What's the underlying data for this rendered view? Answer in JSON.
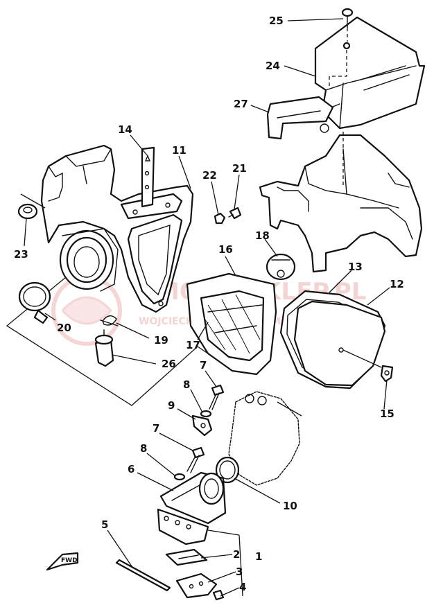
{
  "diagram": {
    "part_numbers": {
      "p1": "1",
      "p2": "2",
      "p3": "3",
      "p4": "4",
      "p5": "5",
      "p6": "6",
      "p7a": "7",
      "p7b": "7",
      "p8a": "8",
      "p8b": "8",
      "p9": "9",
      "p10": "10",
      "p11": "11",
      "p12": "12",
      "p13": "13",
      "p14": "14",
      "p15": "15",
      "p16": "16",
      "p17": "17",
      "p18": "18",
      "p19": "19",
      "p20": "20",
      "p21": "21",
      "p22": "22",
      "p23": "23",
      "p24": "24",
      "p25": "25",
      "p26": "26",
      "p27": "27"
    },
    "watermark": {
      "line1": "MOTO-SKLEP.PL",
      "line2": "WOJCIECH ... DEALER YAMAHA",
      "color": "#e8a0a0"
    },
    "fwd_label": "FWD",
    "line_color": "#111111"
  }
}
